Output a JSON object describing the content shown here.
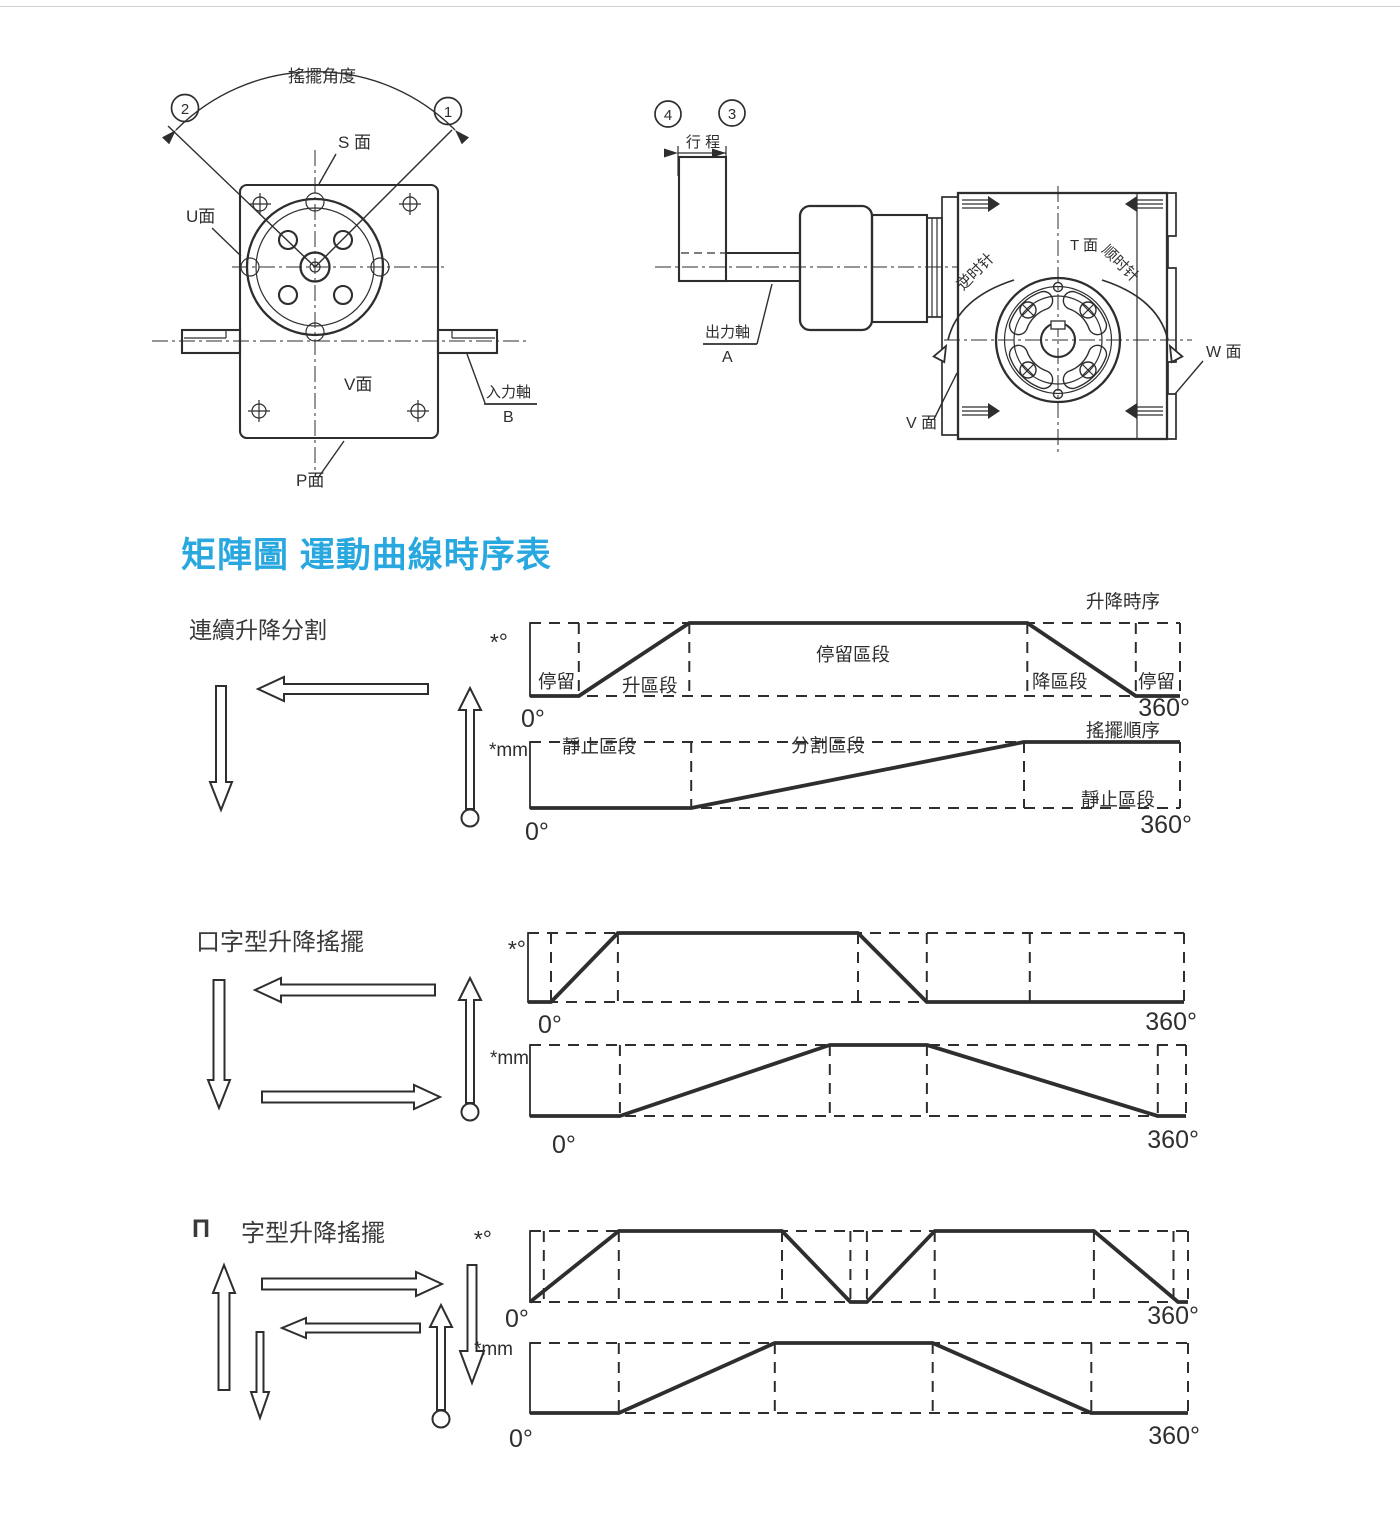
{
  "colors": {
    "ink": "#2e2e2e",
    "accent": "#29a8e0",
    "background": "#ffffff"
  },
  "heading": {
    "title": "矩陣圖 運動曲線時序表"
  },
  "front_view": {
    "swing_angle_label": "搖擺角度",
    "balloon_1": "1",
    "balloon_2": "2",
    "face_s": "S 面",
    "face_u": "U面",
    "face_v": "V面",
    "face_p": "P面",
    "input_shaft_label": "入力軸",
    "input_shaft_letter": "B"
  },
  "side_view": {
    "balloon_3": "3",
    "balloon_4": "4",
    "stroke_label": "行 程",
    "output_shaft_label": "出力軸",
    "output_shaft_letter": "A",
    "face_t": "T 面",
    "face_w": "W 面",
    "face_v": "V 面",
    "ccw_label": "逆时针",
    "cw_label": "顺时针"
  },
  "sections": [
    {
      "title": "連續升降分割",
      "charts": [
        {
          "y_label": "*°",
          "x_start": "0°",
          "x_end": "360°",
          "corner_label": "升降時序",
          "region_labels": [
            "停留",
            "升區段",
            "停留區段",
            "降區段",
            "停留"
          ],
          "curve": [
            [
              0,
              0
            ],
            [
              0.075,
              0
            ],
            [
              0.245,
              1
            ],
            [
              0.765,
              1
            ],
            [
              0.932,
              0
            ],
            [
              1,
              0
            ]
          ],
          "verticals": [
            0.075,
            0.245,
            0.765,
            0.932
          ]
        },
        {
          "y_label": "*mm",
          "x_start": "0°",
          "x_end": "360°",
          "corner_label": "搖擺順序",
          "region_labels": [
            "靜止區段",
            "分割區段",
            "靜止區段"
          ],
          "curve": [
            [
              0,
              0
            ],
            [
              0.248,
              0
            ],
            [
              0.76,
              1
            ],
            [
              1,
              1
            ]
          ],
          "verticals": [
            0.248,
            0.76
          ]
        }
      ]
    },
    {
      "title": "口字型升降搖擺",
      "charts": [
        {
          "y_label": "*°",
          "x_start": "0°",
          "x_end": "360°",
          "curve": [
            [
              0,
              0
            ],
            [
              0.035,
              0
            ],
            [
              0.137,
              1
            ],
            [
              0.503,
              1
            ],
            [
              0.608,
              0
            ],
            [
              1,
              0
            ]
          ],
          "verticals": [
            0.035,
            0.137,
            0.503,
            0.608,
            0.765
          ]
        },
        {
          "y_label": "*mm",
          "x_start": "0°",
          "x_end": "360°",
          "curve": [
            [
              0,
              0
            ],
            [
              0.137,
              0
            ],
            [
              0.457,
              1
            ],
            [
              0.605,
              1
            ],
            [
              0.957,
              0
            ],
            [
              1,
              0
            ]
          ],
          "verticals": [
            0.137,
            0.457,
            0.605,
            0.957
          ]
        }
      ]
    },
    {
      "title_prefix": "П",
      "title": "字型升降搖擺",
      "charts": [
        {
          "y_label": "*°",
          "x_start": "0°",
          "x_end": "360°",
          "curve": [
            [
              0,
              0
            ],
            [
              0.135,
              1
            ],
            [
              0.383,
              1
            ],
            [
              0.487,
              0
            ],
            [
              0.512,
              0
            ],
            [
              0.615,
              1
            ],
            [
              0.857,
              1
            ],
            [
              0.985,
              0
            ],
            [
              1,
              0
            ]
          ],
          "verticals": [
            0.021,
            0.135,
            0.383,
            0.487,
            0.512,
            0.615,
            0.857,
            0.978
          ]
        },
        {
          "y_label": "*mm",
          "x_start": "0°",
          "x_end": "360°",
          "curve": [
            [
              0,
              0
            ],
            [
              0.135,
              0
            ],
            [
              0.372,
              1
            ],
            [
              0.612,
              1
            ],
            [
              0.853,
              0
            ],
            [
              1,
              0
            ]
          ],
          "verticals": [
            0.135,
            0.372,
            0.612,
            0.853
          ]
        }
      ]
    }
  ]
}
